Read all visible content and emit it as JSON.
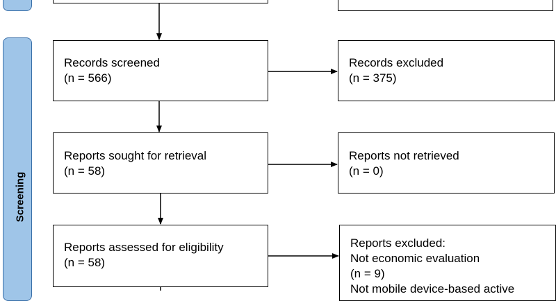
{
  "stage": {
    "label": "Screening",
    "color": "#9fc5e8",
    "border": "#3a6fa8"
  },
  "boxes": {
    "top_left": {
      "line1": "",
      "line2": ""
    },
    "top_right": {
      "line1": "",
      "line2": ""
    },
    "records_screened": {
      "line1": "Records screened",
      "line2": "(n = 566)"
    },
    "records_excluded": {
      "line1": "Records excluded",
      "line2": "(n = 375)"
    },
    "reports_sought": {
      "line1": "Reports sought for retrieval",
      "line2": "(n = 58)"
    },
    "reports_not_retrieved": {
      "line1": "Reports not retrieved",
      "line2": "(n = 0)"
    },
    "reports_assessed": {
      "line1": "Reports assessed for eligibility",
      "line2": "(n = 58)"
    },
    "reports_excluded": {
      "line1": "Reports excluded:",
      "line2": "Not economic evaluation",
      "line3": "(n = 9)",
      "line4": "Not mobile device-based active"
    }
  }
}
